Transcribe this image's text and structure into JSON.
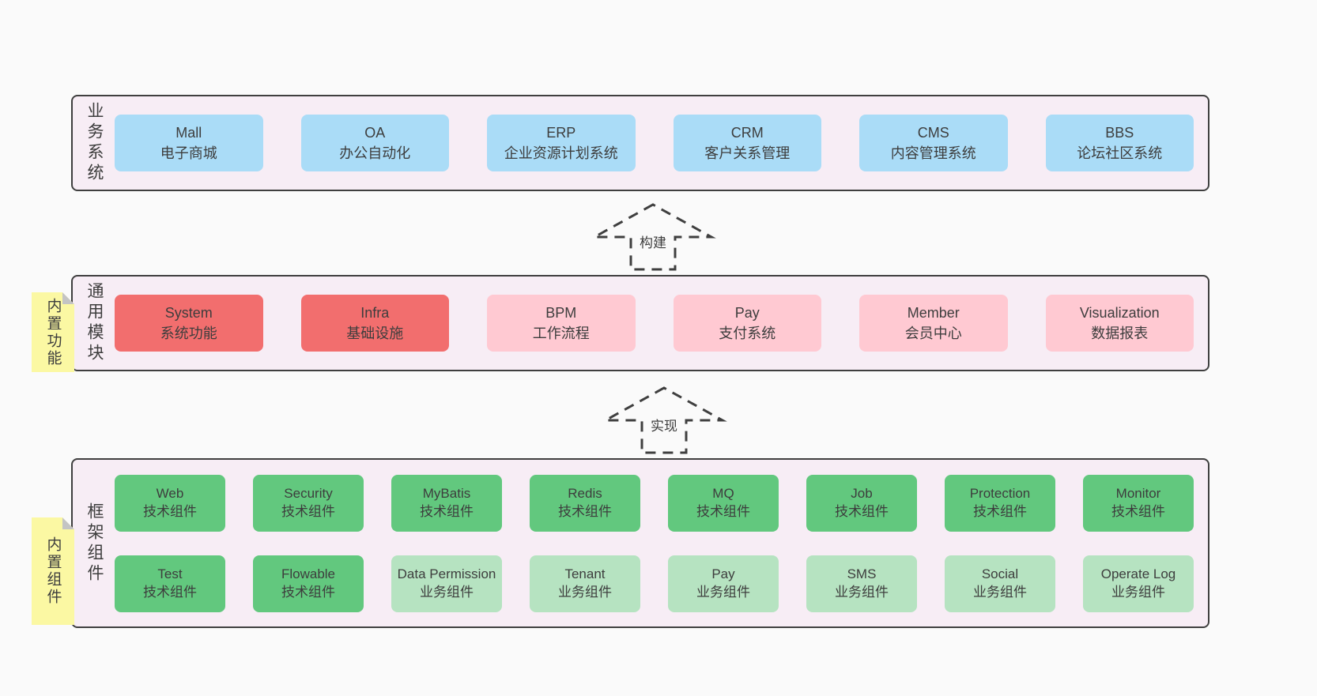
{
  "colors": {
    "page_bg": "#fafafa",
    "layer_bg": "#f7edf5",
    "layer_border": "#3f3f3f",
    "blue_box": "#aadcf7",
    "red_box": "#f26e6e",
    "pink_box": "#ffc9d2",
    "green_box": "#62c87e",
    "light_green_box": "#b6e3c1",
    "note_bg": "#fbf8a3",
    "note_fold": "#c4c4c4",
    "text": "#3d3d3d"
  },
  "arrows": {
    "build": {
      "label": "构建"
    },
    "implement": {
      "label": "实现"
    }
  },
  "layers": {
    "business": {
      "label": "业务系统",
      "boxes": [
        {
          "title": "Mall",
          "subtitle": "电子商城"
        },
        {
          "title": "OA",
          "subtitle": "办公自动化"
        },
        {
          "title": "ERP",
          "subtitle": "企业资源计划系统"
        },
        {
          "title": "CRM",
          "subtitle": "客户关系管理"
        },
        {
          "title": "CMS",
          "subtitle": "内容管理系统"
        },
        {
          "title": "BBS",
          "subtitle": "论坛社区系统"
        }
      ]
    },
    "modules": {
      "label": "通用模块",
      "note": "内置功能",
      "boxes": [
        {
          "title": "System",
          "subtitle": "系统功能",
          "variant": "red"
        },
        {
          "title": "Infra",
          "subtitle": "基础设施",
          "variant": "red"
        },
        {
          "title": "BPM",
          "subtitle": "工作流程",
          "variant": "pink"
        },
        {
          "title": "Pay",
          "subtitle": "支付系统",
          "variant": "pink"
        },
        {
          "title": "Member",
          "subtitle": "会员中心",
          "variant": "pink"
        },
        {
          "title": "Visualization",
          "subtitle": "数据报表",
          "variant": "pink"
        }
      ]
    },
    "framework": {
      "label": "框架组件",
      "note": "内置组件",
      "rows": [
        [
          {
            "title": "Web",
            "subtitle": "技术组件",
            "variant": "green"
          },
          {
            "title": "Security",
            "subtitle": "技术组件",
            "variant": "green"
          },
          {
            "title": "MyBatis",
            "subtitle": "技术组件",
            "variant": "green"
          },
          {
            "title": "Redis",
            "subtitle": "技术组件",
            "variant": "green"
          },
          {
            "title": "MQ",
            "subtitle": "技术组件",
            "variant": "green"
          },
          {
            "title": "Job",
            "subtitle": "技术组件",
            "variant": "green"
          },
          {
            "title": "Protection",
            "subtitle": "技术组件",
            "variant": "green"
          },
          {
            "title": "Monitor",
            "subtitle": "技术组件",
            "variant": "green"
          }
        ],
        [
          {
            "title": "Test",
            "subtitle": "技术组件",
            "variant": "green"
          },
          {
            "title": "Flowable",
            "subtitle": "技术组件",
            "variant": "green"
          },
          {
            "title": "Data Permission",
            "subtitle": "业务组件",
            "variant": "light-green"
          },
          {
            "title": "Tenant",
            "subtitle": "业务组件",
            "variant": "light-green"
          },
          {
            "title": "Pay",
            "subtitle": "业务组件",
            "variant": "light-green"
          },
          {
            "title": "SMS",
            "subtitle": "业务组件",
            "variant": "light-green"
          },
          {
            "title": "Social",
            "subtitle": "业务组件",
            "variant": "light-green"
          },
          {
            "title": "Operate Log",
            "subtitle": "业务组件",
            "variant": "light-green"
          }
        ]
      ]
    }
  }
}
